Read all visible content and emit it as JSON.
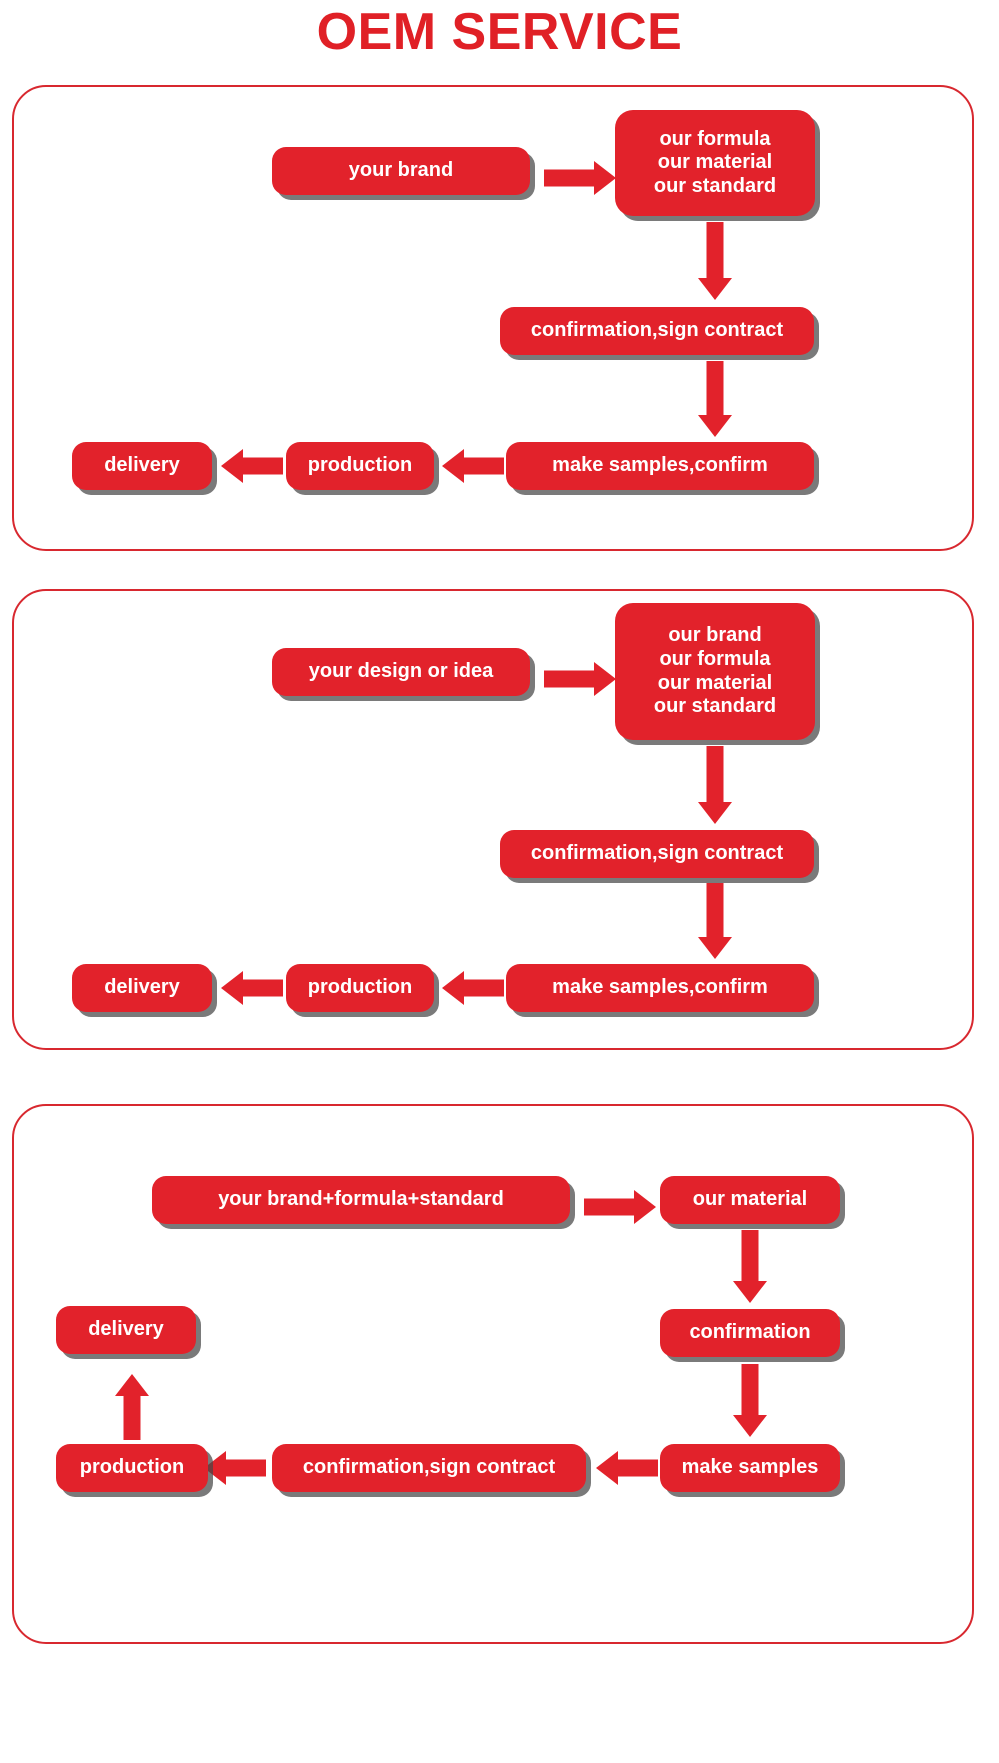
{
  "title": "OEM SERVICE",
  "accent_color": "#e2222b",
  "panel_border_color": "#d8282f",
  "text_color": "#ffffff",
  "shadow_color": "#464646",
  "panels": [
    {
      "id": "oem-flow-1",
      "nodes": [
        {
          "name": "your-brand",
          "label": "your brand"
        },
        {
          "name": "our-specs",
          "label": "our formula\nour material\nour standard"
        },
        {
          "name": "confirmation-contract",
          "label": "confirmation,sign contract"
        },
        {
          "name": "make-samples-confirm",
          "label": "make samples,confirm"
        },
        {
          "name": "production",
          "label": "production"
        },
        {
          "name": "delivery",
          "label": "delivery"
        }
      ],
      "arrows": [
        {
          "name": "arrow-brand-to-specs",
          "direction": "right"
        },
        {
          "name": "arrow-specs-to-confirmation",
          "direction": "down"
        },
        {
          "name": "arrow-confirmation-to-samples",
          "direction": "down"
        },
        {
          "name": "arrow-samples-to-production",
          "direction": "left"
        },
        {
          "name": "arrow-production-to-delivery",
          "direction": "left"
        }
      ]
    },
    {
      "id": "oem-flow-2",
      "nodes": [
        {
          "name": "your-design-or-idea",
          "label": "your design or idea"
        },
        {
          "name": "our-brand-specs",
          "label": "our brand\nour formula\nour material\nour standard"
        },
        {
          "name": "confirmation-contract",
          "label": "confirmation,sign contract"
        },
        {
          "name": "make-samples-confirm",
          "label": "make samples,confirm"
        },
        {
          "name": "production",
          "label": "production"
        },
        {
          "name": "delivery",
          "label": "delivery"
        }
      ],
      "arrows": [
        {
          "name": "arrow-design-to-specs",
          "direction": "right"
        },
        {
          "name": "arrow-specs-to-confirmation",
          "direction": "down"
        },
        {
          "name": "arrow-confirmation-to-samples",
          "direction": "down"
        },
        {
          "name": "arrow-samples-to-production",
          "direction": "left"
        },
        {
          "name": "arrow-production-to-delivery",
          "direction": "left"
        }
      ]
    },
    {
      "id": "oem-flow-3",
      "nodes": [
        {
          "name": "your-brand-formula-standard",
          "label": "your brand+formula+standard"
        },
        {
          "name": "our-material",
          "label": "our material"
        },
        {
          "name": "confirmation",
          "label": "confirmation"
        },
        {
          "name": "make-samples",
          "label": "make samples"
        },
        {
          "name": "confirmation-contract",
          "label": "confirmation,sign contract"
        },
        {
          "name": "production",
          "label": "production"
        },
        {
          "name": "delivery",
          "label": "delivery"
        }
      ],
      "arrows": [
        {
          "name": "arrow-brand-to-material",
          "direction": "right"
        },
        {
          "name": "arrow-material-to-confirmation",
          "direction": "down"
        },
        {
          "name": "arrow-confirmation-to-samples",
          "direction": "down"
        },
        {
          "name": "arrow-samples-to-contract",
          "direction": "left"
        },
        {
          "name": "arrow-contract-to-production",
          "direction": "left"
        },
        {
          "name": "arrow-production-to-delivery",
          "direction": "up"
        }
      ]
    }
  ]
}
